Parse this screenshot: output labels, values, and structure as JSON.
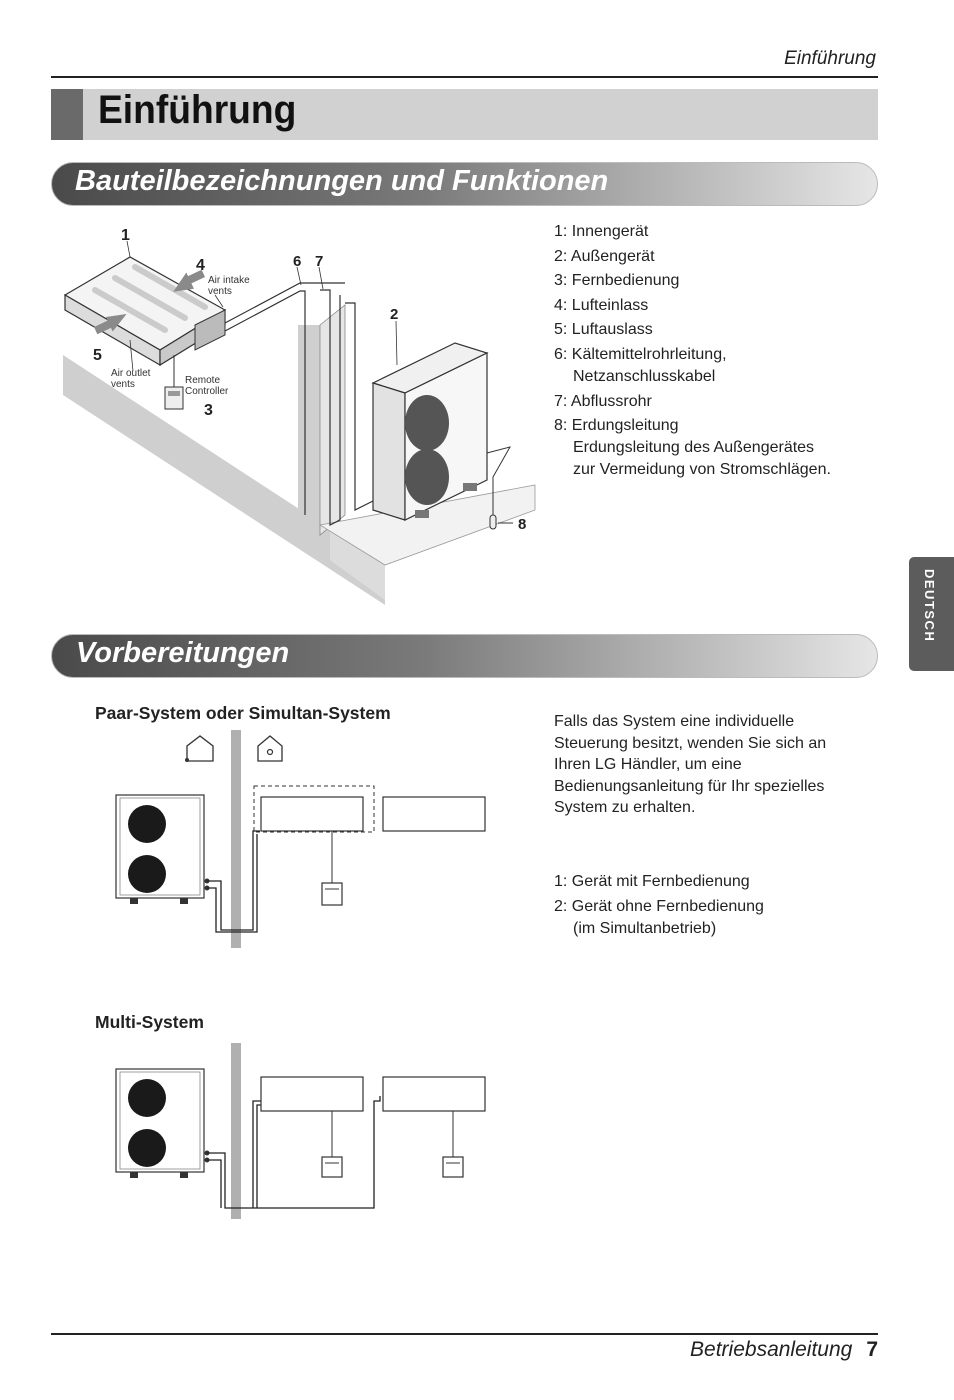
{
  "header": {
    "section": "Einführung"
  },
  "title": "Einführung",
  "section1": {
    "title": "Bauteilbezeichnungen und Funktionen",
    "diagram_labels": {
      "n1": "1",
      "n2": "2",
      "n3": "3",
      "n4": "4",
      "n5": "5",
      "n6": "6",
      "n7": "7",
      "n8": "8",
      "air_intake": [
        "Air intake",
        "vents"
      ],
      "air_outlet": [
        "Air outlet",
        "vents"
      ],
      "remote": [
        "Remote",
        "Controller"
      ]
    },
    "items": [
      {
        "line": "1: Innengerät"
      },
      {
        "line": "2: Außengerät"
      },
      {
        "line": "3: Fernbedienung"
      },
      {
        "line": "4: Lufteinlass"
      },
      {
        "line": "5: Luftauslass"
      },
      {
        "line": "6: Kältemittelrohrleitung,",
        "cont": [
          "Netzanschlusskabel"
        ]
      },
      {
        "line": "7: Abflussrohr"
      },
      {
        "line": "8: Erdungsleitung",
        "cont": [
          "Erdungsleitung des Außengerätes",
          "zur Vermeidung von Stromschlägen."
        ]
      }
    ]
  },
  "section2": {
    "title": "Vorbereitungen",
    "pair_title": "Paar-System oder Simultan-System",
    "multi_title": "Multi-System",
    "intro": "Falls das System eine individuelle Steuerung besitzt, wenden Sie sich an Ihren LG Händler, um eine Bedienungsanleitung für Ihr spezielles System zu erhalten.",
    "items": [
      {
        "line": "1: Gerät mit Fernbedienung"
      },
      {
        "line": "2: Gerät ohne Fernbedienung",
        "cont": [
          "(im Simultanbetrieb)"
        ]
      }
    ]
  },
  "side_tab": "DEUTSCH",
  "footer": {
    "label": "Betriebsanleitung",
    "page": "7"
  }
}
